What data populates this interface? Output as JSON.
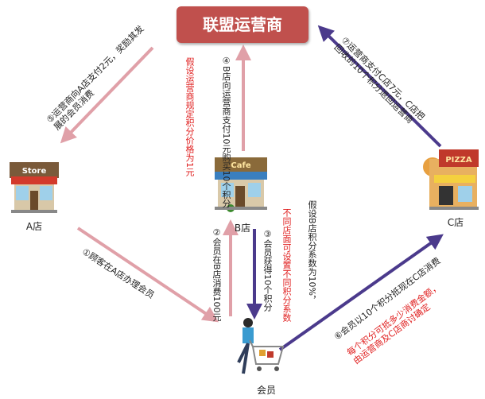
{
  "header": {
    "title": "联盟运营商"
  },
  "nodes": {
    "store_a": {
      "sign": "Store",
      "label": "A店"
    },
    "store_b": {
      "sign": "Cafe",
      "label": "B店"
    },
    "store_c": {
      "sign": "PIZZA",
      "label": "C店"
    },
    "member": {
      "label": "会员"
    }
  },
  "steps": {
    "s1": "①顾客在A店办理会员",
    "s2": "②会员在B店消费100元",
    "s3": "③会员获得10个积分",
    "s4": "④B店向运营商支付10元购买10个积分",
    "s4_note": "假设运营商规定积分价格为1元",
    "s5": "⑤运营商向A店支付2元，奖励其发展的会员消费",
    "s6": "⑥会员以10个积分抵现在C店消费",
    "s6_note": "每个积分可抵多少消费金额，由运营商及C店商讨确定",
    "s7": "⑦运营商支付C店7元，C店把回收的10个积分退回运营商",
    "b_note_black": "假设B店积分系数为10%，",
    "b_note_red": "不同店面可设置不同积分系数"
  },
  "colors": {
    "pink_arrow": "#e0a0a8",
    "purple_arrow": "#4b3a8c",
    "header_bg": "#c0504d",
    "note_red": "#e02020"
  }
}
